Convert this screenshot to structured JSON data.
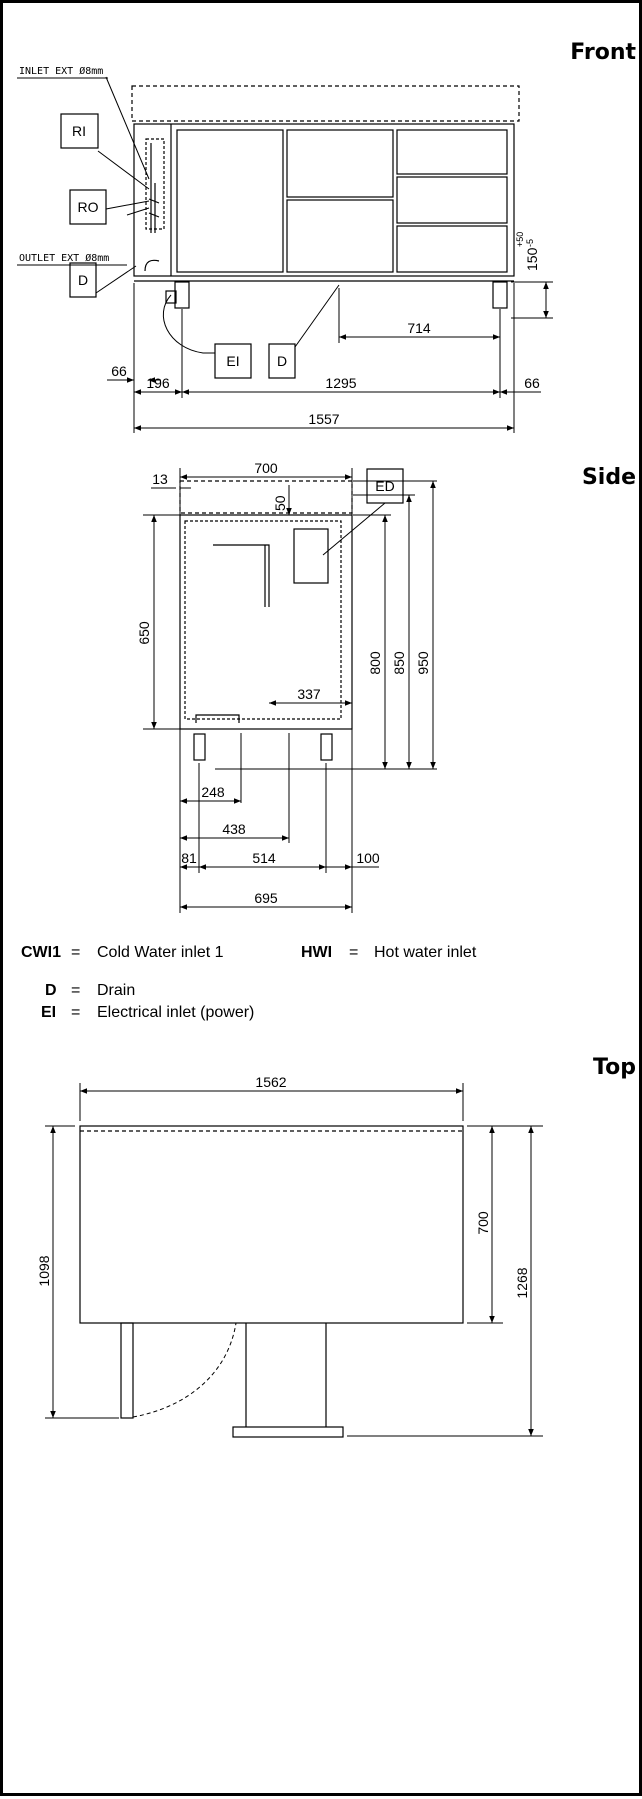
{
  "headings": {
    "front": "Front",
    "side": "Side",
    "top": "Top"
  },
  "front": {
    "inlet_label": "INLET EXT Ø8mm",
    "outlet_label": "OUTLET EXT Ø8mm",
    "callouts": {
      "ri": "RI",
      "ro": "RO",
      "d_left": "D",
      "ei": "EI",
      "d_mid": "D"
    },
    "dims": {
      "leg_offset": "66",
      "left_to_leg": "196",
      "leg_span": "1295",
      "right_overhang": "66",
      "total_width": "1557",
      "drain_to_right_leg": "714",
      "leg_height": "150",
      "leg_tol_plus": "+50",
      "leg_tol_minus": "-5"
    }
  },
  "side": {
    "callouts": {
      "ed": "ED"
    },
    "dims": {
      "depth_top": "700",
      "offset_13": "13",
      "offset_50": "50",
      "body_height": "650",
      "h_800": "800",
      "h_850": "850",
      "h_950": "950",
      "to_ed": "337",
      "drain_x": "248",
      "drain2_x": "438",
      "front_leg": "81",
      "leg_span": "514",
      "rear_leg": "100",
      "total_depth": "695"
    }
  },
  "legend": [
    {
      "code": "CWI1",
      "eq": "=",
      "desc": "Cold Water inlet 1"
    },
    {
      "code": "HWI",
      "eq": "=",
      "desc": "Hot water inlet"
    },
    {
      "code": "D",
      "eq": "=",
      "desc": "Drain"
    },
    {
      "code": "EI",
      "eq": "=",
      "desc": "Electrical inlet (power)"
    }
  ],
  "top": {
    "dims": {
      "width": "1562",
      "depth": "700",
      "open_depth": "1098",
      "total_depth": "1268"
    }
  }
}
